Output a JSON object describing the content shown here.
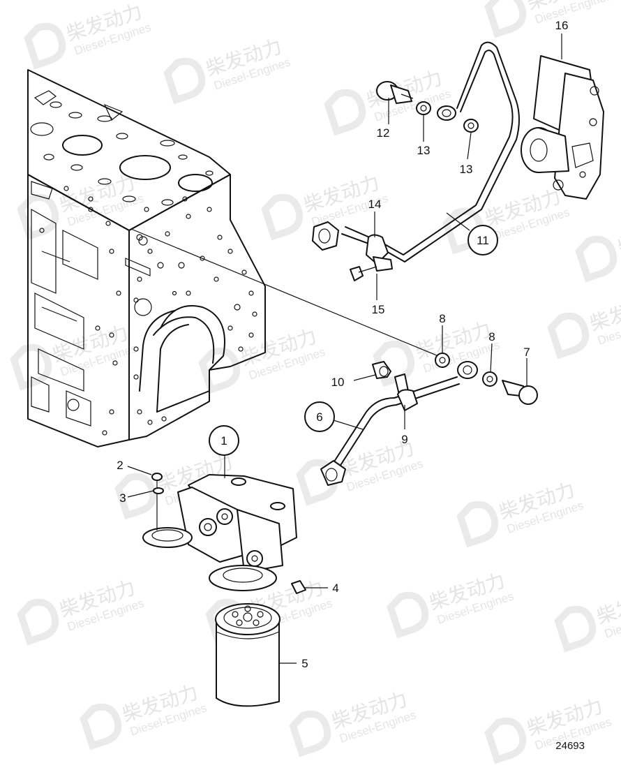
{
  "watermark": {
    "text_cn": "柴发动力",
    "text_en": "Diesel-Engines",
    "color": "#cfcfcf"
  },
  "callouts": {
    "p1": "1",
    "p2": "2",
    "p3": "3",
    "p4": "4",
    "p5": "5",
    "p6": "6",
    "p7": "7",
    "p8a": "8",
    "p8b": "8",
    "p9": "9",
    "p10": "10",
    "p11": "11",
    "p12": "12",
    "p13a": "13",
    "p13b": "13",
    "p14": "14",
    "p15": "15",
    "p16": "16"
  },
  "figure_number": "24693"
}
